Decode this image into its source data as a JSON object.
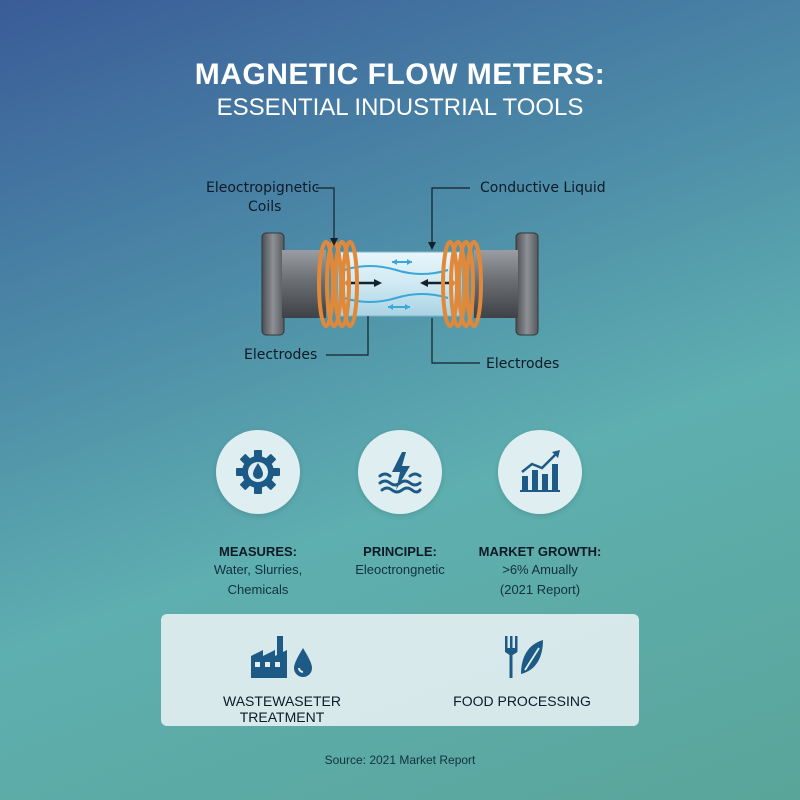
{
  "header": {
    "title": "MAGNETIC FLOW METERS:",
    "subtitle": "ESSENTIAL INDUSTRIAL TOOLS"
  },
  "diagram": {
    "labels": {
      "coils_line1": "Eleoctropignetic",
      "coils_line2": "Coils",
      "conductive_liquid": "Conductive Liquid",
      "electrodes_left": "Electrodes",
      "electrodes_right": "Electrodes"
    }
  },
  "features": [
    {
      "icon": "gear-droplet-icon",
      "title": "MEASURES:",
      "line1": "Water, Slurries,",
      "line2": "Chemicals"
    },
    {
      "icon": "lightning-waves-icon",
      "title": "PRINCIPLE:",
      "line1": "Eleoctrongnetic",
      "line2": ""
    },
    {
      "icon": "growth-chart-icon",
      "title": "MARKET GROWTH:",
      "line1": ">6% Amually",
      "line2": "(2021 Report)"
    }
  ],
  "applications": [
    {
      "icon": "factory-droplet-icon",
      "label": "WASTEWASETER TREATMENT"
    },
    {
      "icon": "fork-leaf-icon",
      "label": "FOOD PROCESSING"
    }
  ],
  "footer": {
    "source": "Source: 2021 Market Report"
  },
  "colors": {
    "accent": "#1e5a86",
    "coil": "#e0893a",
    "flow": "#3aa7d8",
    "pipe": "#6b6f73"
  }
}
